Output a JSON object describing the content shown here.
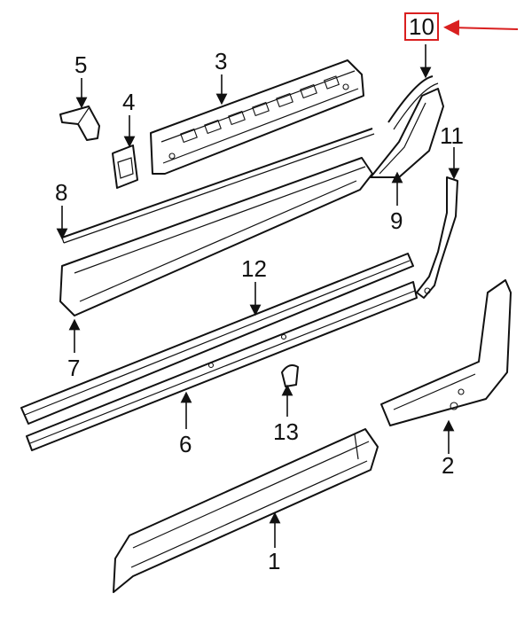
{
  "callouts": {
    "c1": "1",
    "c2": "2",
    "c3": "3",
    "c4": "4",
    "c5": "5",
    "c6": "6",
    "c7": "7",
    "c8": "8",
    "c9": "9",
    "c10": "10",
    "c11": "11",
    "c12": "12",
    "c13": "13"
  },
  "highlight_color": "#d91f1f"
}
